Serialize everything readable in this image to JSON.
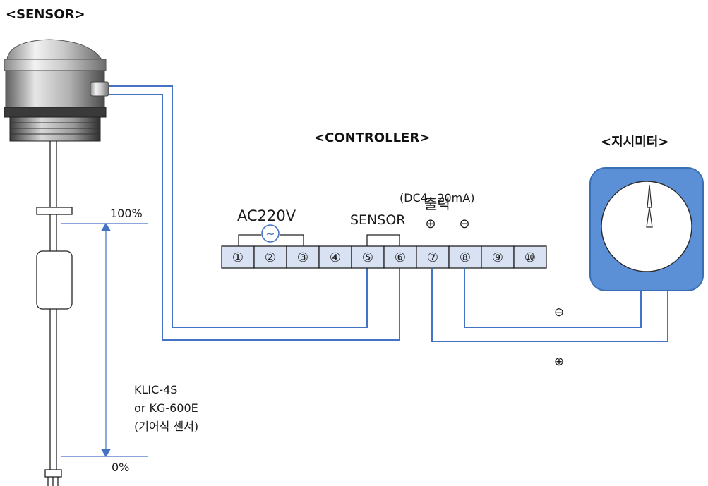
{
  "titles": {
    "sensor": "<SENSOR>",
    "controller": "<CONTROLLER>",
    "indicator": "<지시미터>"
  },
  "power": {
    "label": "AC220V",
    "symbol": "~"
  },
  "controller": {
    "sensor_label": "SENSOR",
    "output_spec": "(DC4~20mA)",
    "output_label": "출력",
    "plus_symbol": "⊕",
    "minus_symbol": "⊖",
    "terminals": [
      "①",
      "②",
      "③",
      "④",
      "⑤",
      "⑥",
      "⑦",
      "⑧",
      "⑨",
      "⑩"
    ]
  },
  "wiring": {
    "minus_symbol": "⊖",
    "plus_symbol": "⊕"
  },
  "sensor_probe": {
    "level_high": "100%",
    "level_low": "0%",
    "model_line1": "KLIC-4S",
    "model_line2": "or KG-600E",
    "model_line3": "(기어식 센서)"
  },
  "colors": {
    "wire": "#4472c4",
    "terminal_fill": "#d9e2f3",
    "meter_body": "#5b8fd6",
    "meter_border": "#3a6fb5",
    "outline": "#222222"
  }
}
